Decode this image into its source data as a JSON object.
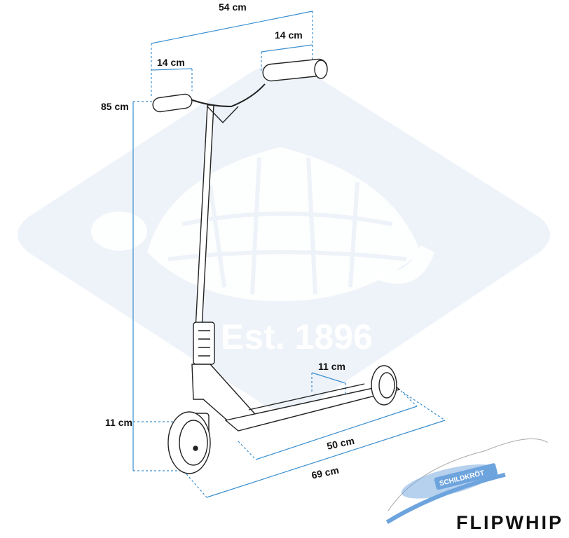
{
  "watermark": {
    "text": "Est. 1896"
  },
  "dimensions": {
    "total_width": "54 cm",
    "grip_right": "14 cm",
    "grip_left": "14 cm",
    "height": "85 cm",
    "deck_height": "11 cm",
    "deck_width": "11 cm",
    "deck_length": "50 cm",
    "total_length": "69 cm"
  },
  "brand": {
    "logo_text": "SCHILDKRÖT",
    "model": "FLIPWHIP"
  },
  "colors": {
    "dimension_line": "#3a8fd0",
    "watermark": "#eef3f9",
    "logo_blue": "#6ea4dd"
  }
}
